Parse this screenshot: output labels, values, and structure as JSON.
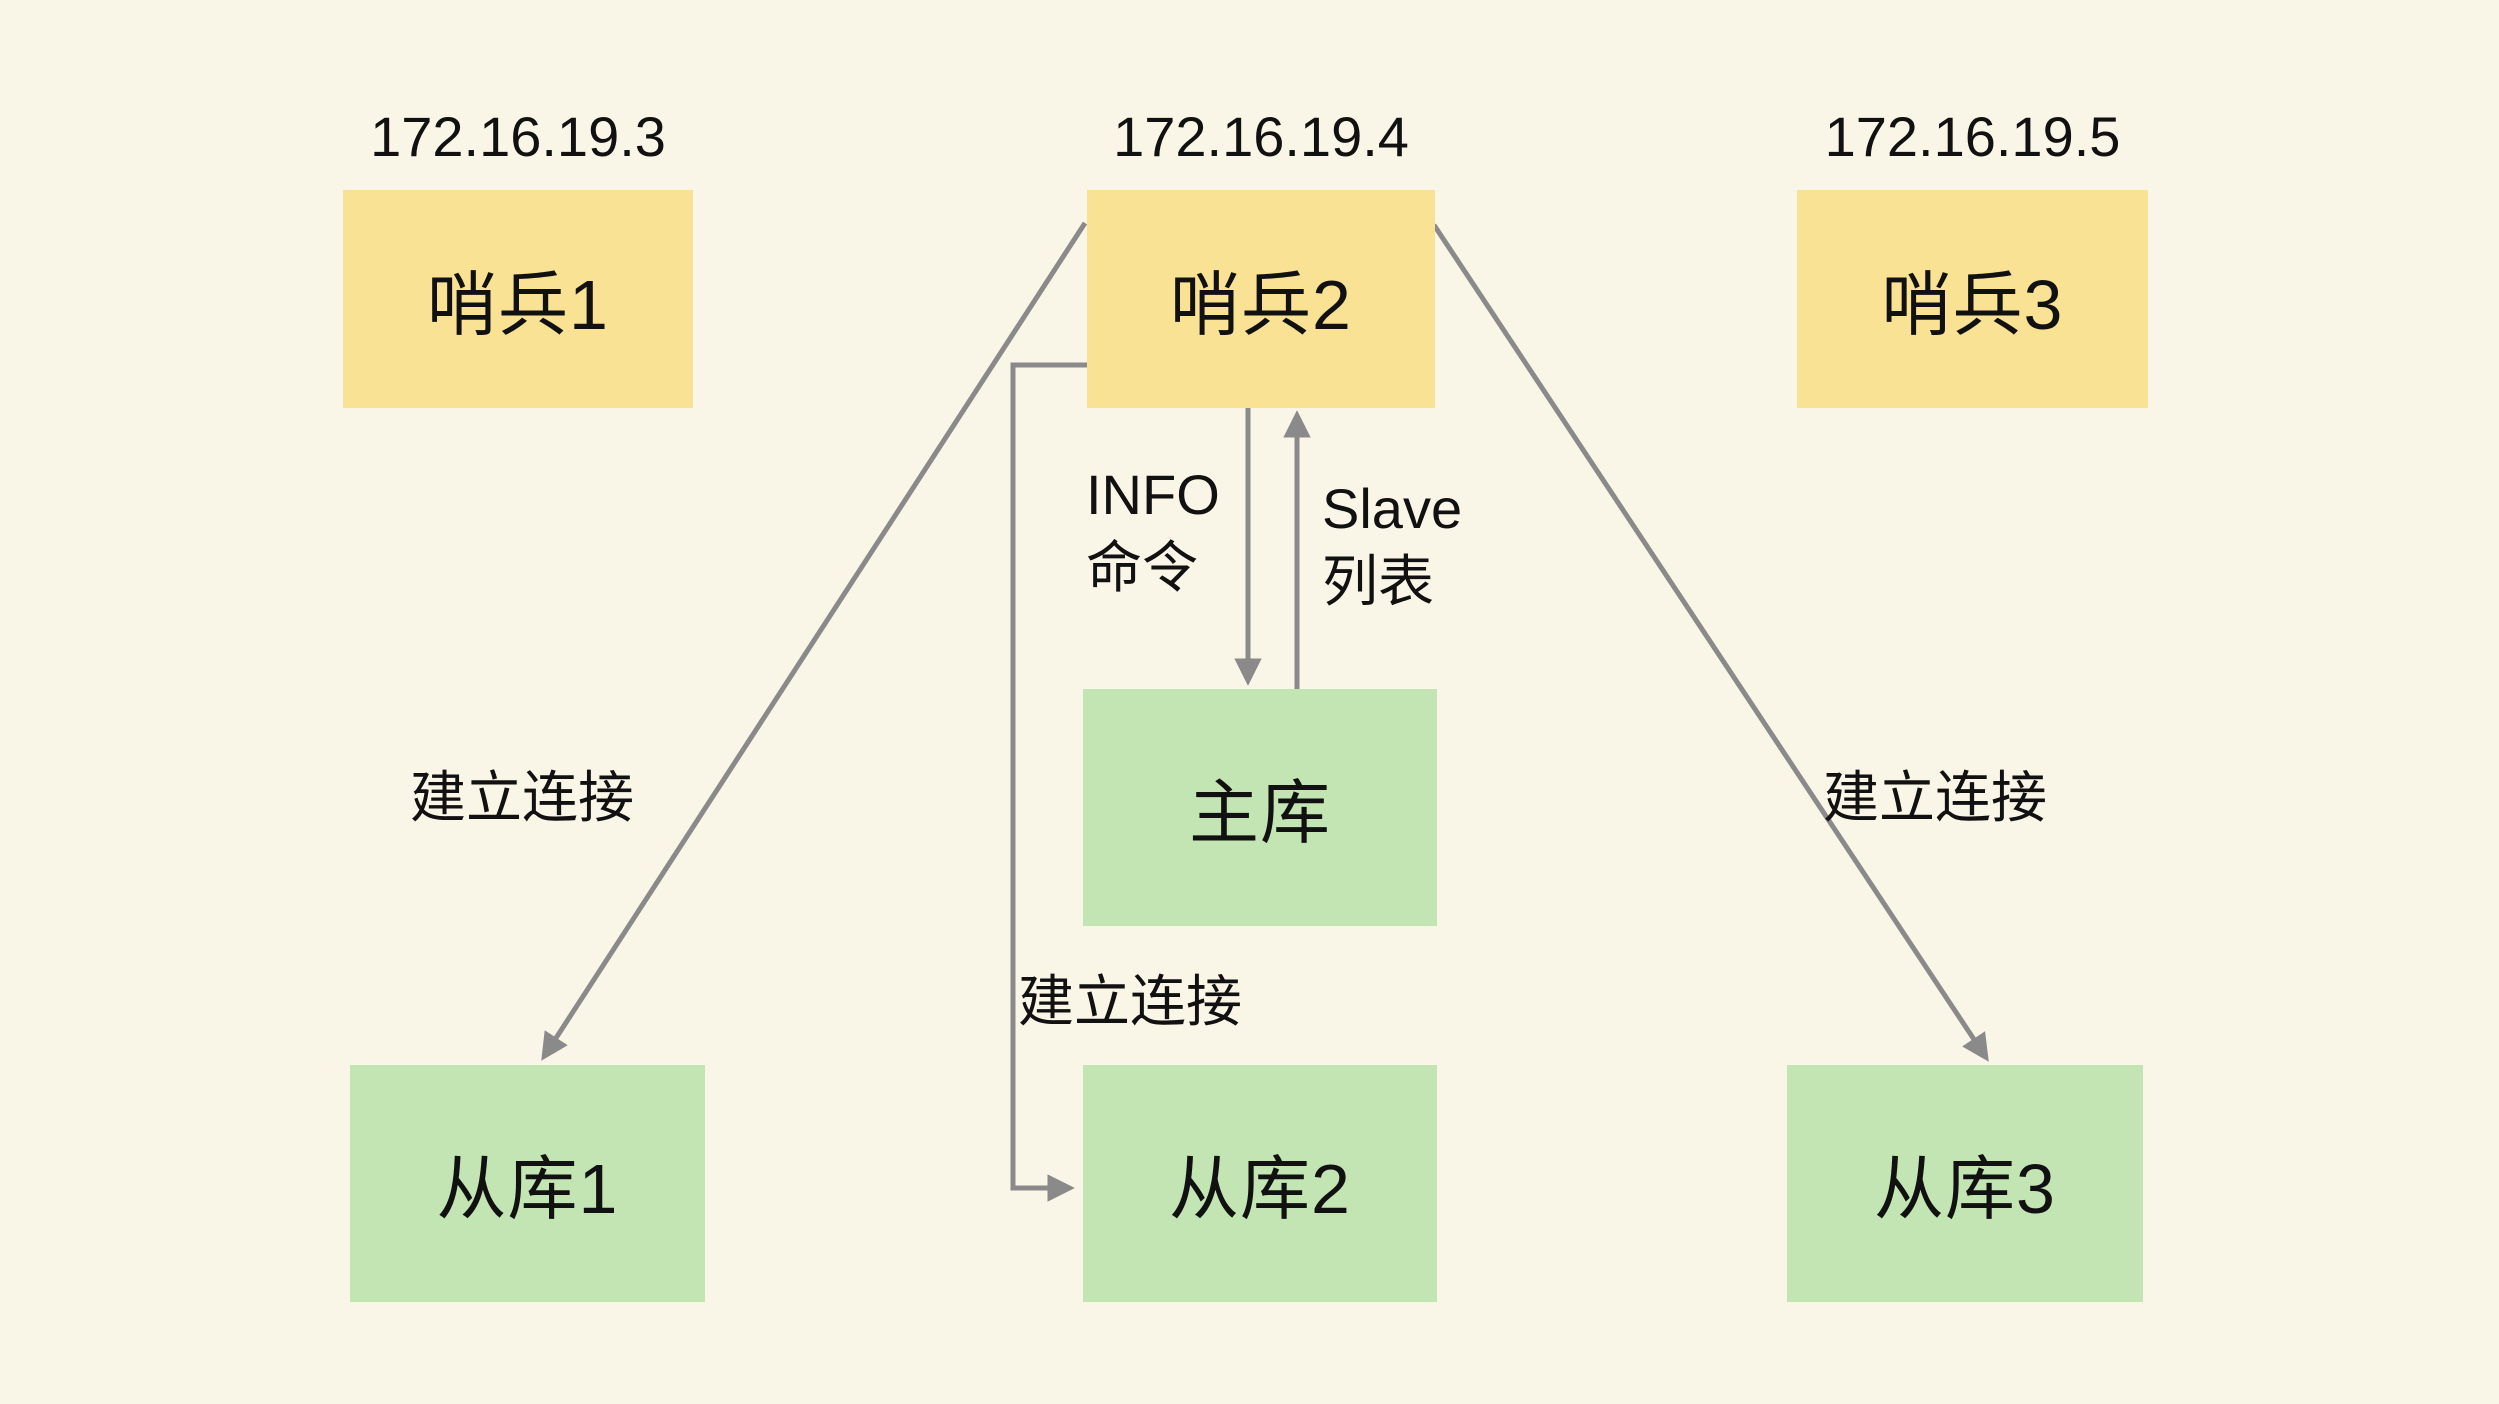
{
  "colors": {
    "background": "#F9F6E7",
    "sentinel-fill": "#FAE294",
    "db-fill": "#C3E5B4",
    "arrow": "#8A8A8A",
    "text": "#111111"
  },
  "nodes": {
    "sentinel1": {
      "ip": "172.16.19.3",
      "label": "哨兵1"
    },
    "sentinel2": {
      "ip": "172.16.19.4",
      "label": "哨兵2"
    },
    "sentinel3": {
      "ip": "172.16.19.5",
      "label": "哨兵3"
    },
    "master": {
      "label": "主库"
    },
    "slave1": {
      "label": "从库1"
    },
    "slave2": {
      "label": "从库2"
    },
    "slave3": {
      "label": "从库3"
    }
  },
  "edges": {
    "sentinel2_slave1": {
      "label": "建立连接"
    },
    "sentinel2_slave2": {
      "label": "建立连接"
    },
    "sentinel2_slave3": {
      "label": "建立连接"
    },
    "info_command": {
      "label": "INFO\n命令"
    },
    "slave_list": {
      "label": "Slave\n列表"
    }
  }
}
